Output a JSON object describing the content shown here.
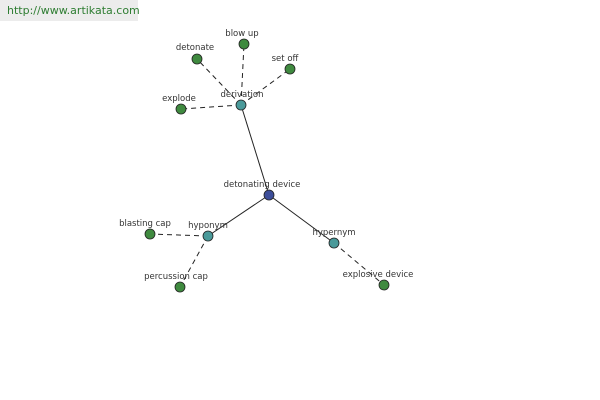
{
  "watermark": "http://www.artikata.com",
  "colors": {
    "center": "#3d4e9a",
    "relation": "#4a9a9a",
    "leaf": "#3f8a3f",
    "edge": "#222222"
  },
  "nodes": {
    "center": "detonating device",
    "derivation": "derivation",
    "hyponym": "hyponym",
    "hypernym": "hypernym",
    "detonate": "detonate",
    "blow_up": "blow up",
    "set_off": "set off",
    "explode": "explode",
    "blasting_cap": "blasting cap",
    "percussion_cap": "percussion cap",
    "explosive_device": "explosive device"
  }
}
